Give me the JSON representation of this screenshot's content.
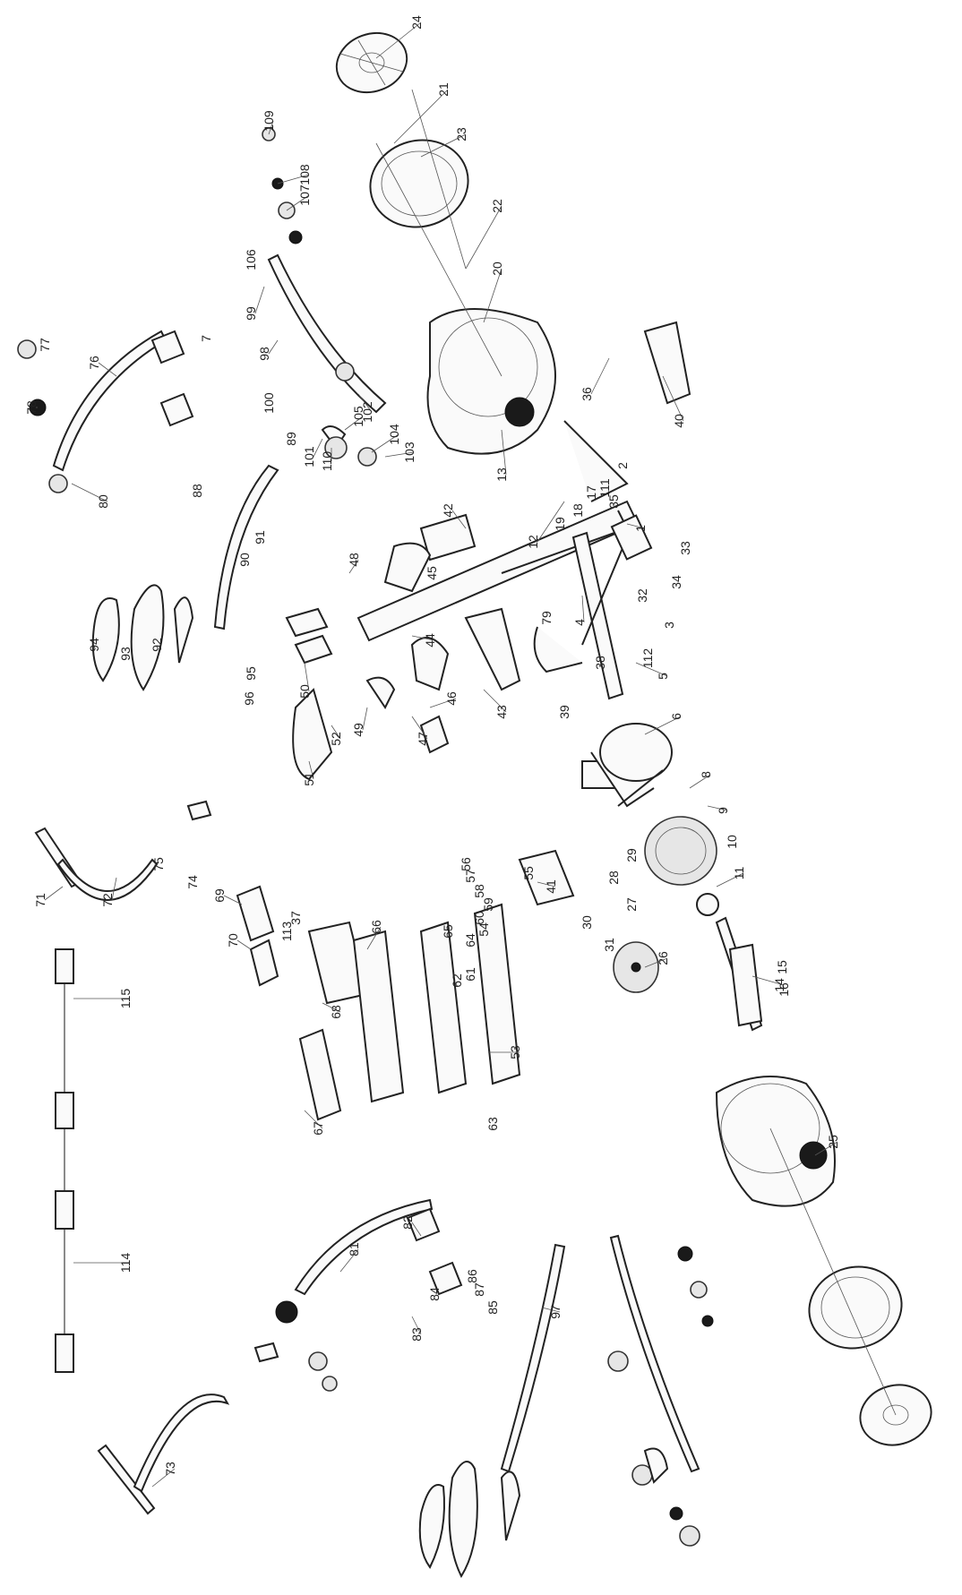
{
  "diagram": {
    "kind": "exploded-parts-view",
    "labels": [
      "1",
      "2",
      "3",
      "4",
      "5",
      "6",
      "7",
      "8",
      "9",
      "10",
      "11",
      "12",
      "13",
      "14",
      "15",
      "16",
      "17",
      "18",
      "19",
      "20",
      "21",
      "22",
      "23",
      "24",
      "25",
      "26",
      "27",
      "28",
      "29",
      "30",
      "31",
      "32",
      "33",
      "34",
      "35",
      "36",
      "37",
      "38",
      "39",
      "40",
      "41",
      "42",
      "43",
      "44",
      "45",
      "46",
      "47",
      "48",
      "49",
      "50",
      "51",
      "52",
      "53",
      "54",
      "55",
      "56",
      "57",
      "58",
      "59",
      "60",
      "61",
      "62",
      "63",
      "64",
      "65",
      "66",
      "67",
      "68",
      "69",
      "70",
      "71",
      "72",
      "73",
      "74",
      "75",
      "76",
      "77",
      "78",
      "79",
      "80",
      "81",
      "82",
      "83",
      "84",
      "85",
      "86",
      "87",
      "88",
      "89",
      "90",
      "91",
      "92",
      "93",
      "94",
      "95",
      "96",
      "97",
      "98",
      "99",
      "100",
      "101",
      "102",
      "103",
      "104",
      "105",
      "106",
      "107",
      "108",
      "109",
      "110",
      "111",
      "112",
      "113",
      "114",
      "115"
    ]
  }
}
